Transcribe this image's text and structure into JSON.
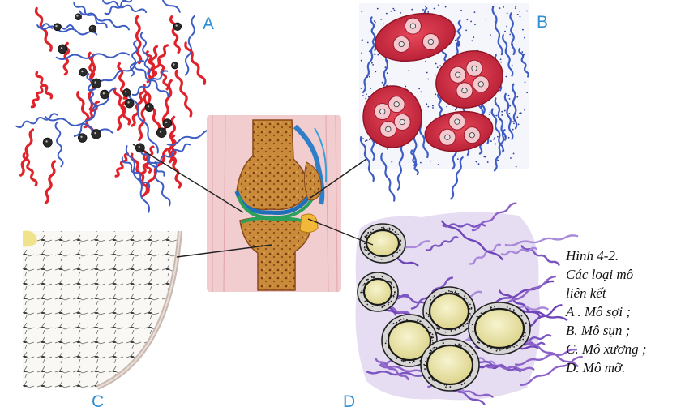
{
  "panels": {
    "a": {
      "letter": "A"
    },
    "b": {
      "letter": "B"
    },
    "c": {
      "letter": "C"
    },
    "d": {
      "letter": "D"
    }
  },
  "caption": {
    "title": "Hình 4-2.",
    "subtitle_line1": "Các loại mô",
    "subtitle_line2": "liên kết",
    "items": [
      "A . Mô sợi ;",
      "B. Mô sụn ;",
      "C. Mô xương ;",
      "D. Mô mỡ."
    ]
  },
  "colors": {
    "letter": "#2f8fd0",
    "fiber_red": "#e0222a",
    "fiber_blue": "#3d5cc4",
    "cartilage_red": "#c8283c",
    "bone_orange": "#c97a1e",
    "fat_purple": "#8e63c9",
    "fat_cell_yellow": "#f1ecb4"
  }
}
